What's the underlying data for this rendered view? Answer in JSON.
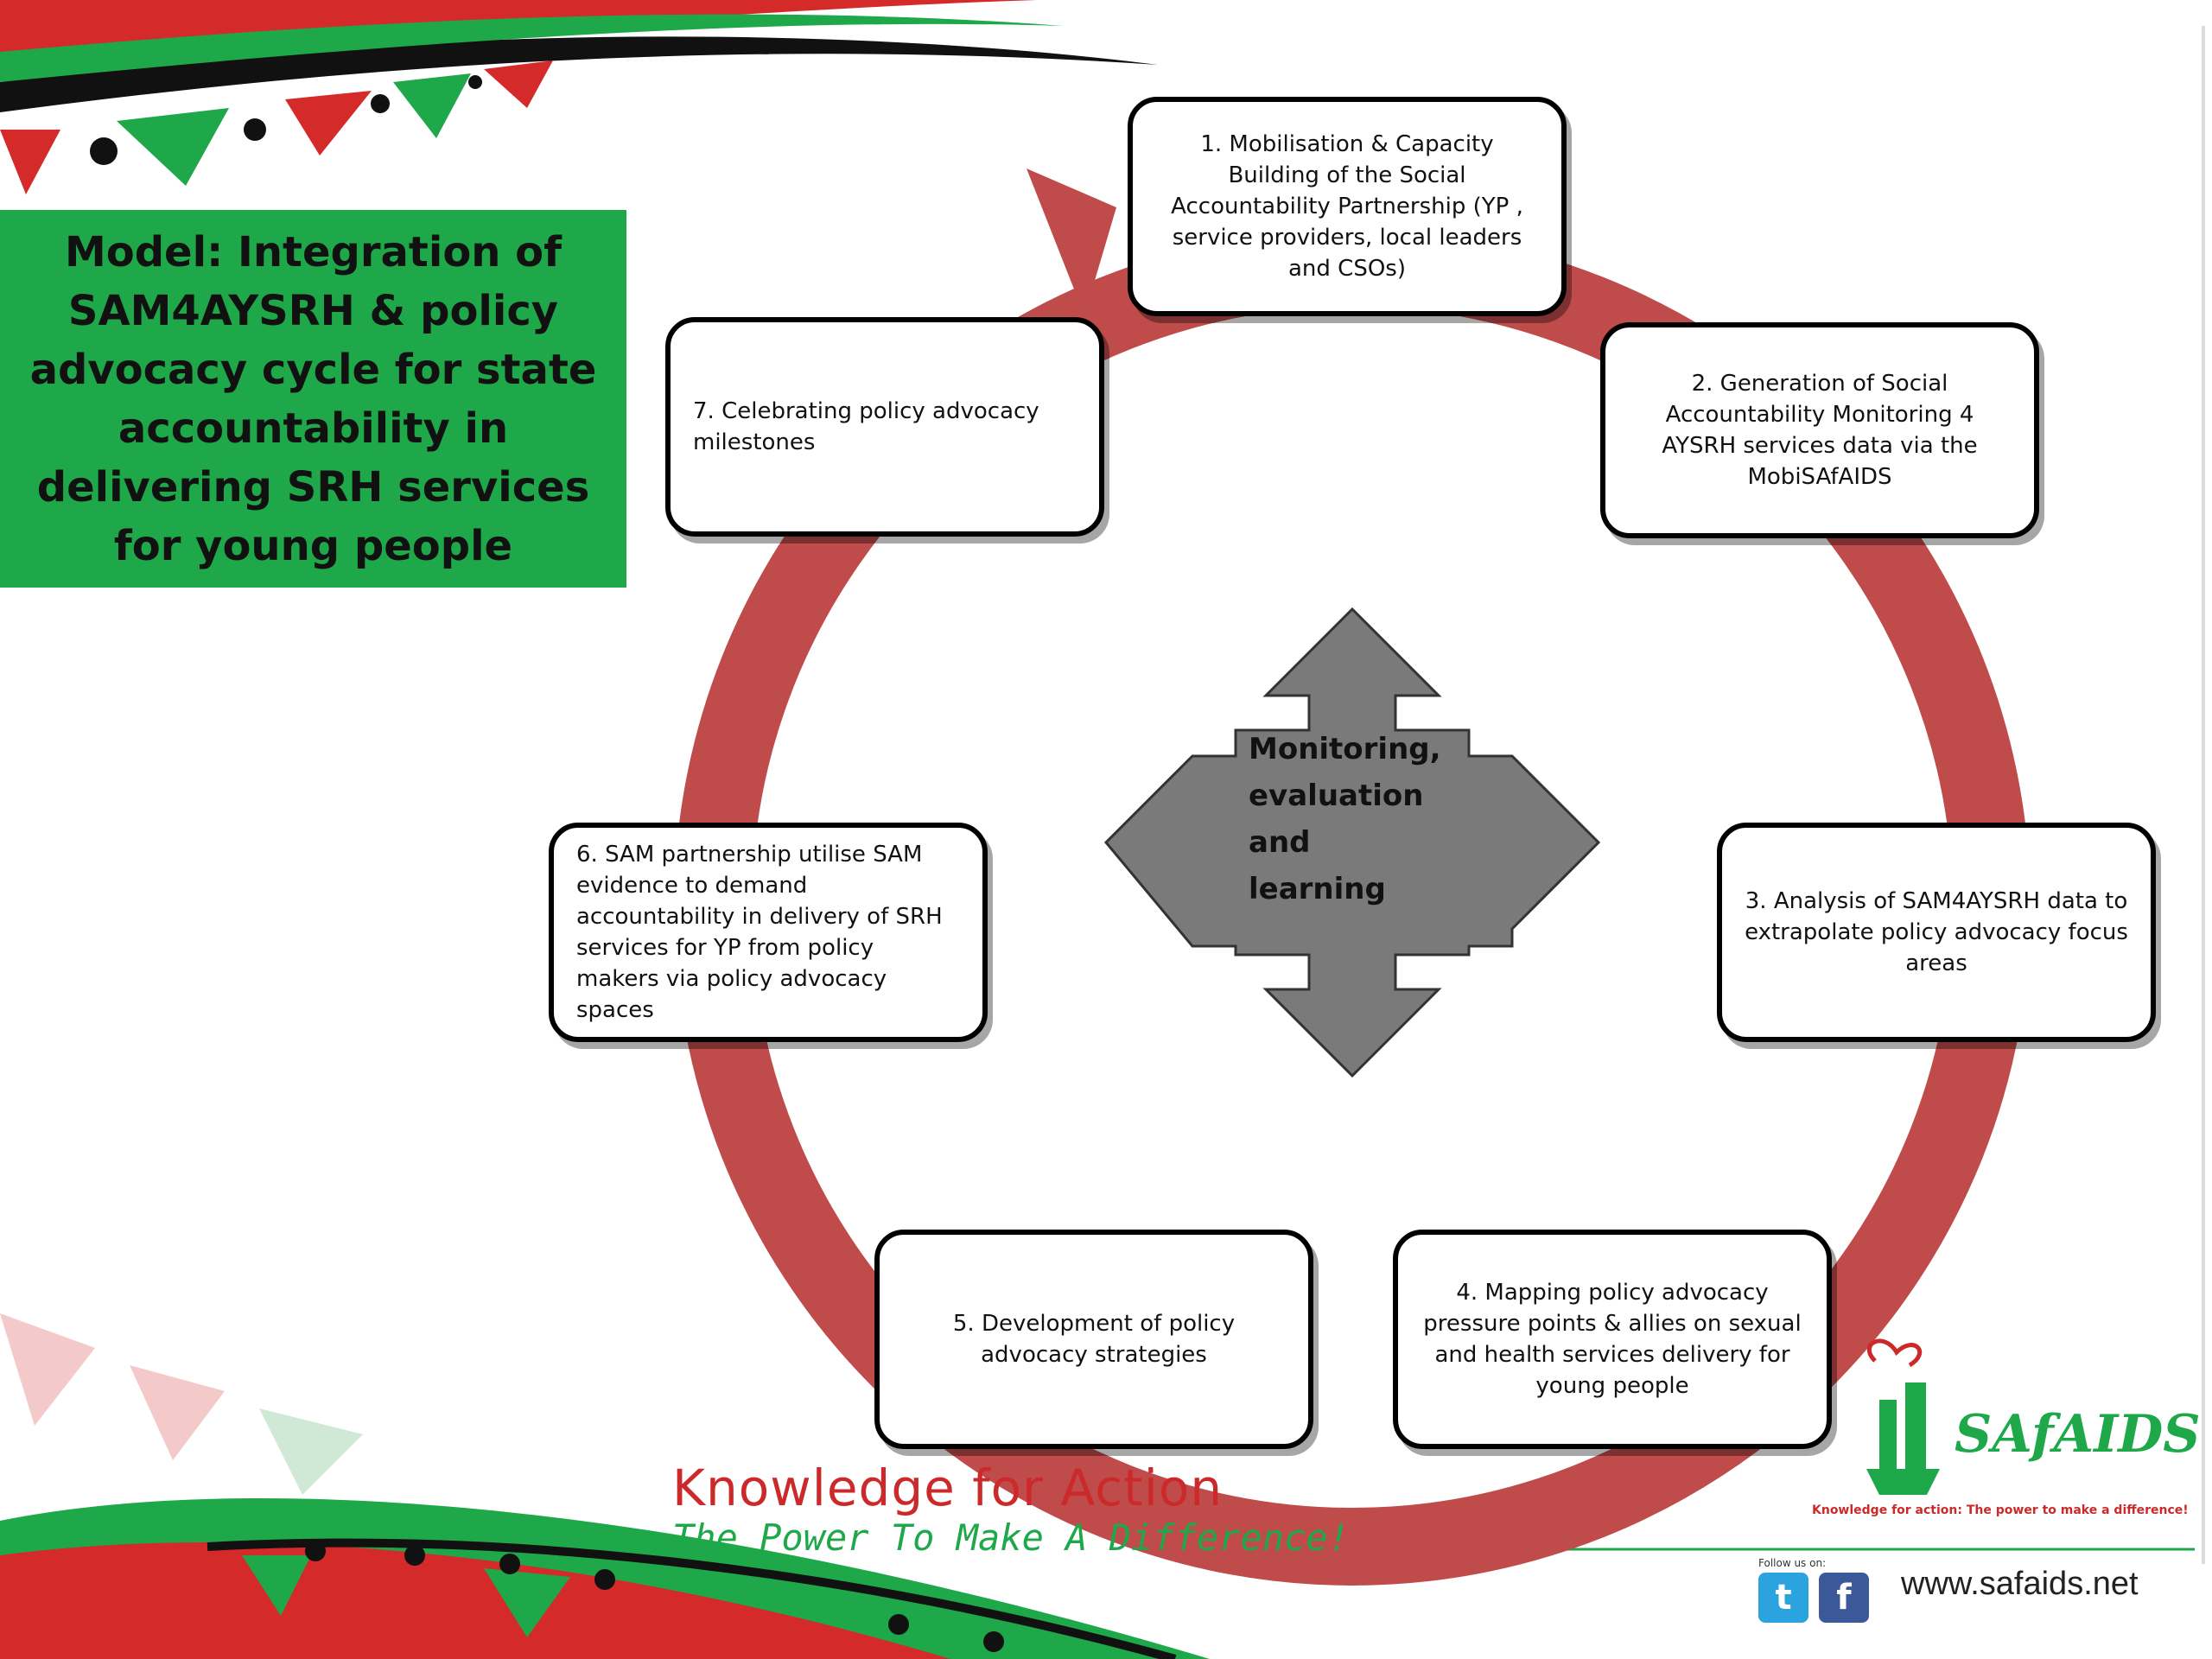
{
  "title": "Model: Integration of SAM4AYSRH & policy advocacy  cycle for state accountability in delivering SRH services for young people",
  "steps": [
    {
      "label": "1. Mobilisation & Capacity Building of the  Social Accountability Partnership (YP , service providers, local leaders and CSOs)"
    },
    {
      "label": "2. Generation of Social Accountability Monitoring 4 AYSRH services data via the MobiSAfAIDS"
    },
    {
      "label": "3. Analysis of SAM4AYSRH data to extrapolate policy advocacy focus areas"
    },
    {
      "label": "4. Mapping policy advocacy pressure points & allies on sexual and health services delivery for young people"
    },
    {
      "label": "5. Development of policy advocacy strategies"
    },
    {
      "label": "6. SAM partnership utilise SAM evidence to demand accountability in delivery of SRH services for YP from policy makers via policy advocacy spaces"
    },
    {
      "label": "7. Celebrating policy advocacy milestones"
    }
  ],
  "center": {
    "label": "Monitoring, evaluation and learning"
  },
  "footer": {
    "slogan": "Knowledge for Action",
    "subslogan": "The Power To Make A Difference!",
    "brand": "SAfAIDS",
    "tagline": "Knowledge for action: The power to make a difference!",
    "follow": "Follow us on:",
    "website": "www.safaids.net"
  },
  "colors": {
    "cycle": "#c04b4b",
    "title_bg": "#1ea84a",
    "arrow": "#7a7a7a",
    "brand_red": "#cc2a2a",
    "brand_green": "#1ea84a"
  }
}
